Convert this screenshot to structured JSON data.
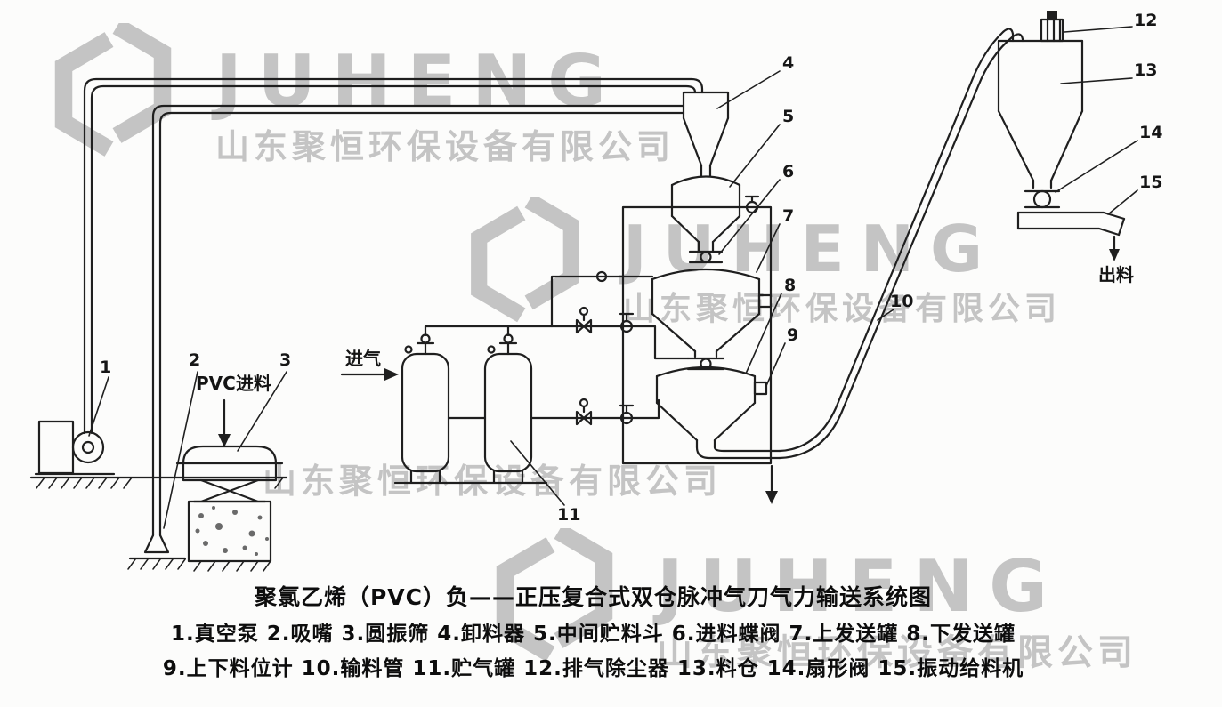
{
  "watermark": {
    "brand": "JUHENG",
    "company": "山东聚恒环保设备有限公司"
  },
  "labels": {
    "pvc_feed": "PVC进料",
    "air_in": "进气",
    "material_out": "出料"
  },
  "callouts": [
    "1",
    "2",
    "3",
    "4",
    "5",
    "6",
    "7",
    "8",
    "9",
    "10",
    "11",
    "12",
    "13",
    "14",
    "15"
  ],
  "caption": {
    "title": "聚氯乙烯（PVC）负——正压复合式双仓脉冲气刀气力输送系统图",
    "legend_rows": [
      [
        "1.真空泵",
        "2.吸嘴",
        "3.圆振筛",
        "4.卸料器",
        "5.中间贮料斗",
        "6.进料蝶阀",
        "7.上发送罐",
        "8.下发送罐"
      ],
      [
        "9.上下料位计",
        "10.输料管",
        "11.贮气罐",
        "12.排气除尘器",
        "13.料仓",
        "14.扇形阀",
        "15.振动给料机"
      ]
    ]
  }
}
